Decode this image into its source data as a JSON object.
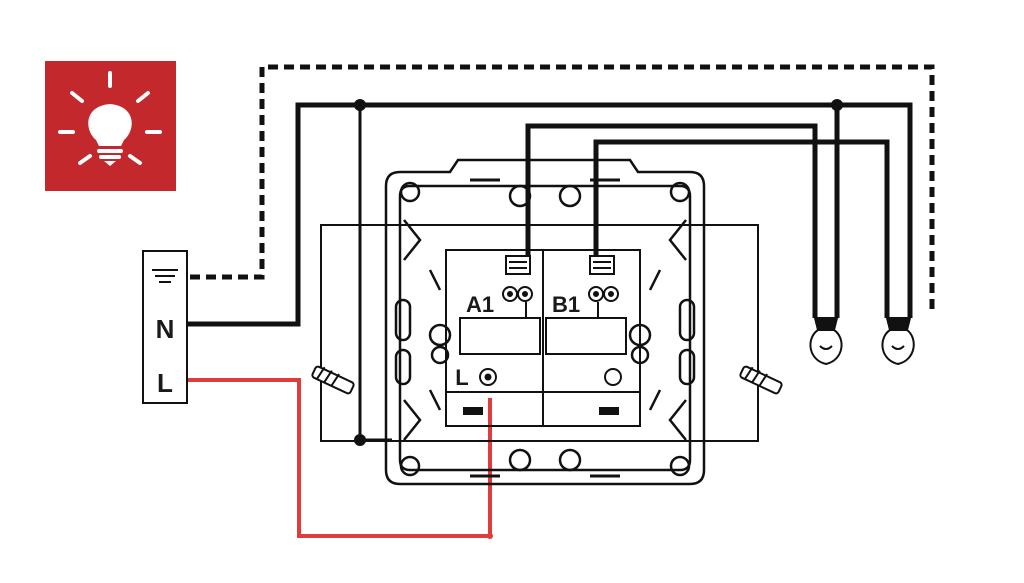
{
  "diagram": {
    "terminal_block": {
      "earth_symbol": "earth-icon",
      "neutral_label": "N",
      "live_label": "L"
    },
    "switch": {
      "output_a_label": "A1",
      "output_b_label": "B1",
      "input_label": "L"
    },
    "badge": {
      "icon": "lightbulb-icon",
      "background_color": "#c3282d"
    },
    "wire_colors": {
      "neutral": "#111111",
      "live": "#e03c3c",
      "earth": "#111111",
      "switched": "#111111"
    },
    "lamps": [
      "lamp-a1",
      "lamp-b1"
    ]
  }
}
